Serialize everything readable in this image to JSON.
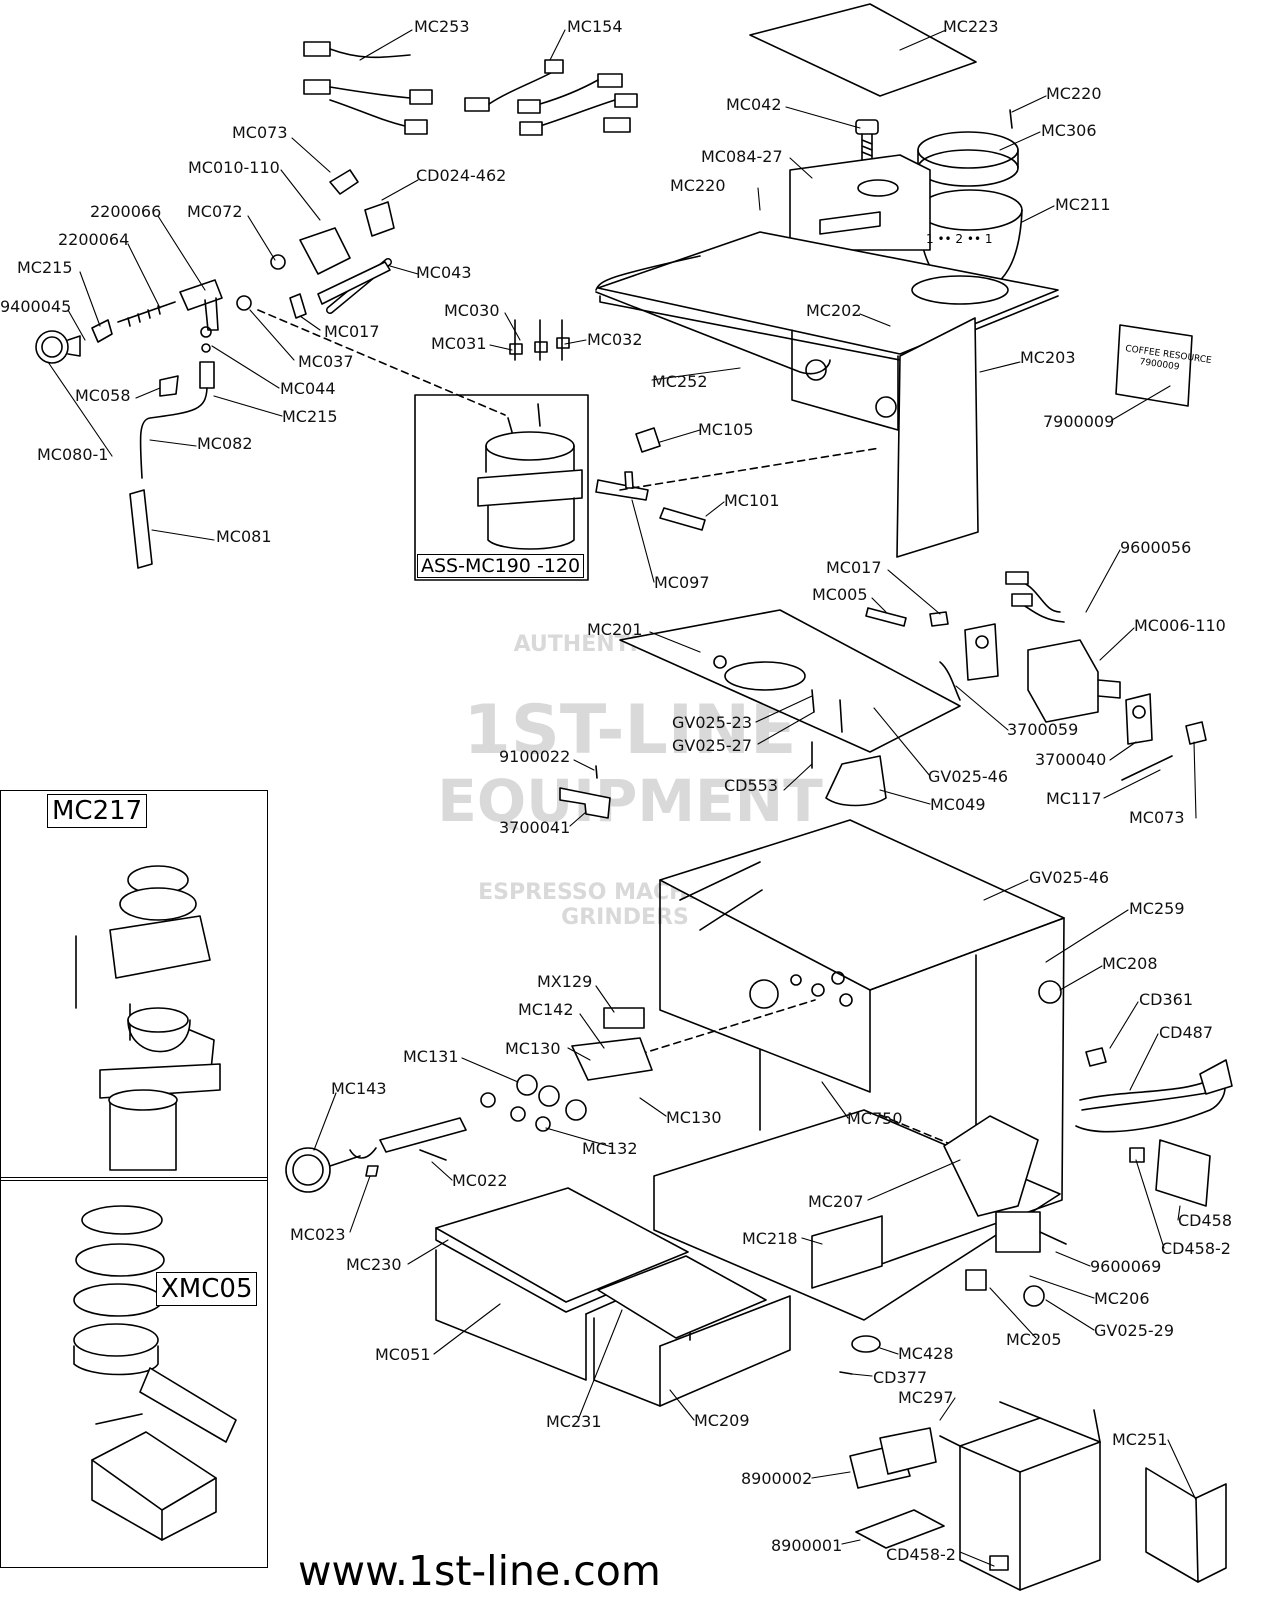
{
  "website": "www.1st-line.com",
  "watermark": {
    "top_arc": "AUTHENTIC SPARES",
    "line1": "1ST-LINE",
    "line2": "EQUIPMENT",
    "bottom_arc": "ESPRESSO MACHINES & GRINDERS"
  },
  "boxed_labels": {
    "grinder_assembly": "MC217",
    "portafilter_kit": "XMC05",
    "boiler_assembly": "ASS-MC190 -120"
  },
  "box_sign": {
    "line1": "COFFEE RESOURCE",
    "line2": "7900009"
  },
  "grinder_dial_marks": "1 •• 2 •• 1",
  "part_labels": {
    "mc253": "MC253",
    "mc154": "MC154",
    "mc223": "MC223",
    "mc042": "MC042",
    "mc220_a": "MC220",
    "mc306": "MC306",
    "mc073_a": "MC073",
    "mc084_27": "MC084-27",
    "mc010_110": "MC010-110",
    "cd024_462": "CD024-462",
    "mc220_b": "MC220",
    "mc211": "MC211",
    "p2200066": "2200066",
    "mc072": "MC072",
    "p2200064": "2200064",
    "mc215_a": "MC215",
    "mc043": "MC043",
    "mc202": "MC202",
    "p9400045": "9400045",
    "mc017_a": "MC017",
    "mc030": "MC030",
    "mc031": "MC031",
    "mc032": "MC032",
    "mc037": "MC037",
    "mc203": "MC203",
    "mc044": "MC044",
    "mc252": "MC252",
    "mc058": "MC058",
    "mc215_b": "MC215",
    "p7900009": "7900009",
    "mc105": "MC105",
    "mc082": "MC082",
    "mc080_1": "MC080-1",
    "mc101": "MC101",
    "mc081": "MC081",
    "p9600056": "9600056",
    "mc097": "MC097",
    "mc017_b": "MC017",
    "mc005": "MC005",
    "mc201": "MC201",
    "mc006_110": "MC006-110",
    "gv025_23": "GV025-23",
    "gv025_27": "GV025-27",
    "p3700059": "3700059",
    "p9100022": "9100022",
    "p3700040": "3700040",
    "gv025_46_a": "GV025-46",
    "cd553": "CD553",
    "mc117": "MC117",
    "mc049": "MC049",
    "p3700041": "3700041",
    "mc073_b": "MC073",
    "gv025_46_b": "GV025-46",
    "mc259": "MC259",
    "mc208": "MC208",
    "mx129": "MX129",
    "cd361": "CD361",
    "mc142": "MC142",
    "cd487": "CD487",
    "mc130_a": "MC130",
    "mc131": "MC131",
    "mc143": "MC143",
    "mc130_b": "MC130",
    "mc750": "MC750",
    "mc132": "MC132",
    "mc022": "MC022",
    "mc207": "MC207",
    "cd458": "CD458",
    "mc023": "MC023",
    "mc218": "MC218",
    "cd458_2_a": "CD458-2",
    "mc230": "MC230",
    "p9600069": "9600069",
    "mc206": "MC206",
    "gv025_29": "GV025-29",
    "mc205": "MC205",
    "mc051": "MC051",
    "mc428": "MC428",
    "cd377": "CD377",
    "mc297": "MC297",
    "mc231": "MC231",
    "mc209": "MC209",
    "mc251": "MC251",
    "p8900002": "8900002",
    "p8900001": "8900001",
    "cd458_2_b": "CD458-2"
  }
}
